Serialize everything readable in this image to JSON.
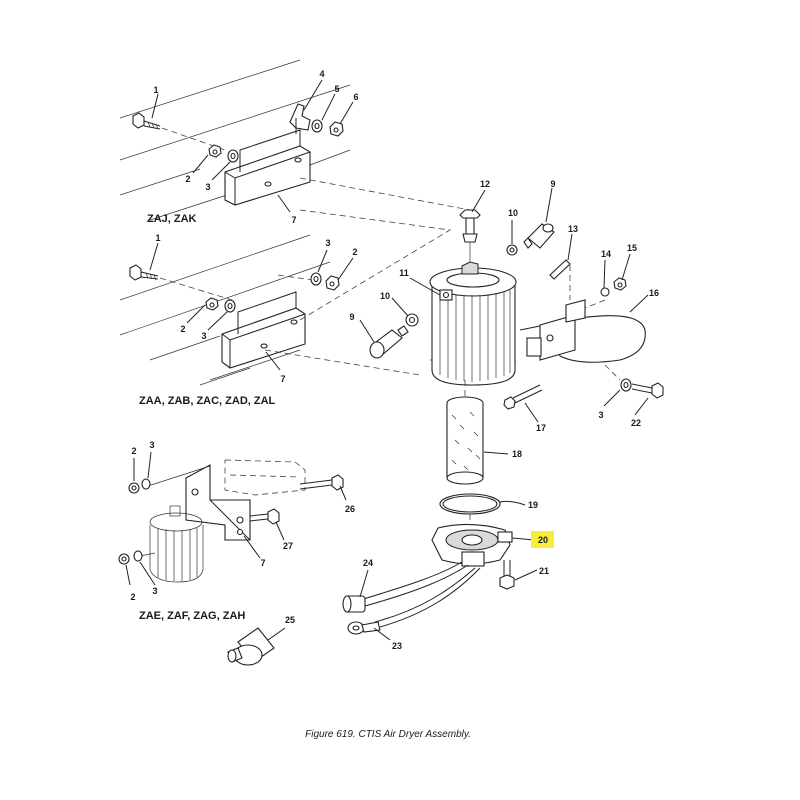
{
  "figure": {
    "caption": "Figure 619.  CTIS Air Dryer Assembly.",
    "highlight_color": "#f5ec3c",
    "highlighted_item": "20"
  },
  "groups": [
    {
      "label": "ZAJ, ZAK"
    },
    {
      "label": "ZAA, ZAB, ZAC, ZAD, ZAL"
    },
    {
      "label": "ZAE, ZAF, ZAG, ZAH"
    }
  ],
  "callouts": [
    {
      "id": "c1a",
      "text": "1"
    },
    {
      "id": "c4",
      "text": "4"
    },
    {
      "id": "c5",
      "text": "5"
    },
    {
      "id": "c6",
      "text": "6"
    },
    {
      "id": "c2a",
      "text": "2"
    },
    {
      "id": "c3a",
      "text": "3"
    },
    {
      "id": "c7a",
      "text": "7"
    },
    {
      "id": "c12",
      "text": "12"
    },
    {
      "id": "c9a",
      "text": "9"
    },
    {
      "id": "c10a",
      "text": "10"
    },
    {
      "id": "c13",
      "text": "13"
    },
    {
      "id": "c1b",
      "text": "1"
    },
    {
      "id": "c3b",
      "text": "3"
    },
    {
      "id": "c2b",
      "text": "2"
    },
    {
      "id": "c14",
      "text": "14"
    },
    {
      "id": "c15",
      "text": "15"
    },
    {
      "id": "c11",
      "text": "11"
    },
    {
      "id": "c16",
      "text": "16"
    },
    {
      "id": "c10b",
      "text": "10"
    },
    {
      "id": "c2c",
      "text": "2"
    },
    {
      "id": "c3c",
      "text": "3"
    },
    {
      "id": "c9b",
      "text": "9"
    },
    {
      "id": "c7b",
      "text": "7"
    },
    {
      "id": "c3d",
      "text": "3"
    },
    {
      "id": "c22",
      "text": "22"
    },
    {
      "id": "c17",
      "text": "17"
    },
    {
      "id": "c18",
      "text": "18"
    },
    {
      "id": "c2d",
      "text": "2"
    },
    {
      "id": "c3e",
      "text": "3"
    },
    {
      "id": "c19",
      "text": "19"
    },
    {
      "id": "c26",
      "text": "26"
    },
    {
      "id": "c20",
      "text": "20"
    },
    {
      "id": "c27",
      "text": "27"
    },
    {
      "id": "c7c",
      "text": "7"
    },
    {
      "id": "c24",
      "text": "24"
    },
    {
      "id": "c21",
      "text": "21"
    },
    {
      "id": "c2e",
      "text": "2"
    },
    {
      "id": "c3f",
      "text": "3"
    },
    {
      "id": "c25",
      "text": "25"
    },
    {
      "id": "c23",
      "text": "23"
    }
  ]
}
